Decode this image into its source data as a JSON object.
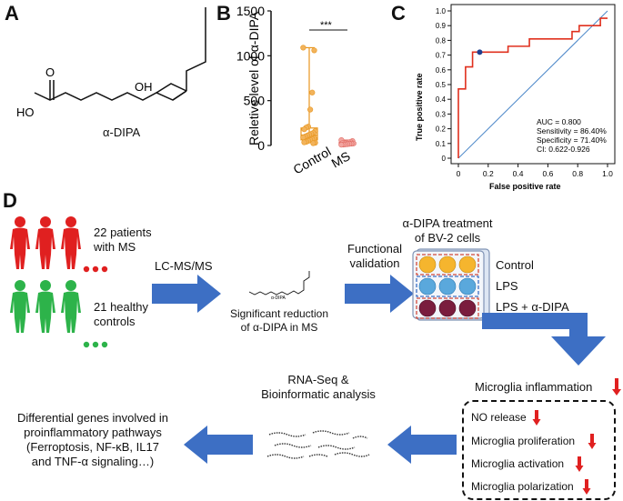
{
  "panels": {
    "a": "A",
    "b": "B",
    "c": "C",
    "d": "D"
  },
  "panel_a": {
    "molecule_name": "α-DIPA",
    "label_ho": "HO",
    "label_oh": "OH",
    "label_o": "O"
  },
  "chart_data": [
    {
      "type": "scatter",
      "panel": "B",
      "ylabel": "Reletive level of α-DIPA",
      "xlabel": "",
      "categories": [
        "Control",
        "MS"
      ],
      "ylim": [
        0,
        1500
      ],
      "yticks": [
        "0",
        "500",
        "1000",
        "1500"
      ],
      "significance": "***",
      "series": [
        {
          "values": [
            1090,
            1060,
            590,
            400,
            210,
            200,
            180,
            160,
            140,
            130,
            120,
            110,
            100,
            90,
            80,
            70,
            60,
            50,
            40,
            35,
            30,
            25
          ]
        },
        {
          "values": [
            60,
            50,
            40,
            35,
            30,
            28,
            25,
            22,
            20,
            18,
            15,
            12,
            10,
            8
          ]
        }
      ]
    },
    {
      "type": "line",
      "panel": "C",
      "xlabel": "False positive rate",
      "ylabel": "True positive rate",
      "xlim": [
        0,
        1
      ],
      "ylim": [
        0,
        1
      ],
      "xticks": [
        "0",
        "0.2",
        "0.4",
        "0.6",
        "0.8",
        "1.0"
      ],
      "yticks": [
        "0",
        "0.1",
        "0.2",
        "0.3",
        "0.4",
        "0.5",
        "0.6",
        "0.7",
        "0.8",
        "0.9",
        "1.0"
      ],
      "roc_x": [
        0,
        0,
        0.048,
        0.048,
        0.095,
        0.095,
        0.143,
        0.143,
        0.333,
        0.333,
        0.476,
        0.476,
        0.762,
        0.762,
        0.81,
        0.81,
        0.952,
        0.952,
        1.0
      ],
      "roc_y": [
        0,
        0.47,
        0.47,
        0.62,
        0.62,
        0.72,
        0.72,
        0.72,
        0.72,
        0.76,
        0.76,
        0.81,
        0.81,
        0.86,
        0.86,
        0.9,
        0.9,
        0.95,
        0.95
      ],
      "cutoff_point": [
        0.143,
        0.72
      ],
      "annotations": [
        "AUC = 0.800",
        "Sensitivity = 86.40%",
        "Specificity = 71.40%",
        "CI: 0.622-0.926"
      ],
      "colors": {
        "roc": "#e0301e",
        "diagonal": "#4a86c8",
        "point": "#1f3f8f"
      }
    }
  ],
  "panel_d": {
    "patients_line1": "22 patients",
    "patients_line2": "with MS",
    "controls_line1": "21 healthy",
    "controls_line2": "controls",
    "lcms": "LC-MS/MS",
    "reduction_line1": "Significant reduction",
    "reduction_line2": "of α-DIPA in MS",
    "functional_line1": "Functional",
    "functional_line2": "validation",
    "treatment_line1": "α-DIPA treatment",
    "treatment_line2": "of BV-2 cells",
    "row_control": "Control",
    "row_lps": "LPS",
    "row_lps_dipa": "LPS + α-DIPA",
    "inflammation": "Microglia inflammation",
    "box_items": [
      "NO release",
      "Microglia proliferation",
      "Microglia activation",
      "Microglia polarization"
    ],
    "rnaseq_line1": "RNA-Seq &",
    "rnaseq_line2": "Bioinformatic analysis",
    "genes_line1": "Differential genes involved in",
    "genes_line2": "proinflammatory pathways",
    "genes_line3": "(Ferroptosis, NF-κB, IL17",
    "genes_line4": "and TNF-α signaling…)",
    "mini_label": "α-DIPA",
    "colors": {
      "patient": "#e02020",
      "control": "#2db34a",
      "arrow": "#3d6fc4",
      "down_arrow": "#e02020"
    }
  }
}
